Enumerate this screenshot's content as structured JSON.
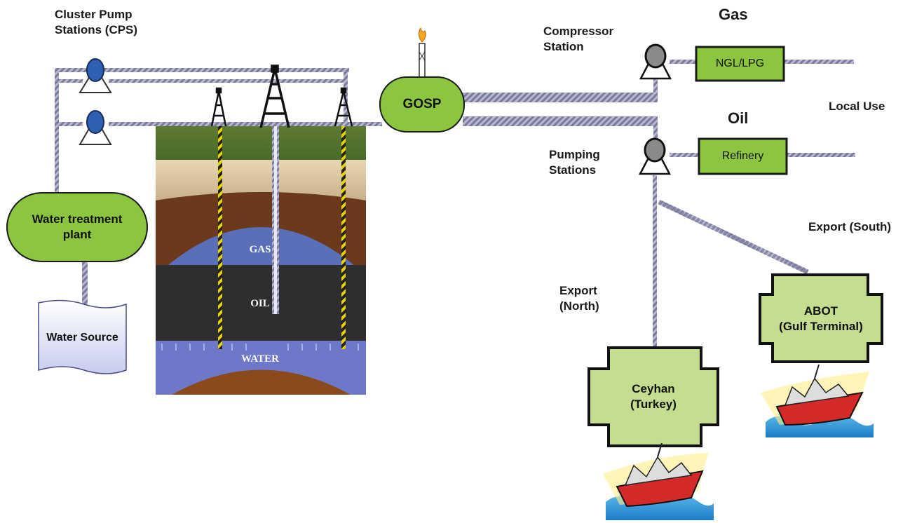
{
  "labels": {
    "cps": [
      "Cluster Pump",
      "Stations (CPS)"
    ],
    "compressor": [
      "Compressor",
      "Station"
    ],
    "gas": "Gas",
    "oil": "Oil",
    "local_use": "Local Use",
    "pumping": [
      "Pumping",
      "Stations"
    ],
    "export_south": "Export (South)",
    "export_north": [
      "Export",
      "(North)"
    ]
  },
  "nodes": {
    "water_treatment": [
      "Water treatment",
      "plant"
    ],
    "water_source": "Water Source",
    "gosp": "GOSP",
    "ngl_lpg": "NGL/LPG",
    "refinery": "Refinery",
    "abot": [
      "ABOT",
      "(Gulf Terminal)"
    ],
    "ceyhan": [
      "Ceyhan",
      "(Turkey)"
    ]
  },
  "reservoir_layers": {
    "gas": "GAS",
    "oil": "OIL",
    "water": "WATER"
  },
  "colors": {
    "node_green": "#8cc63f",
    "terminal_green": "#c5dd8f",
    "pipe": "#8a8aa8",
    "reservoir_gas": "#5a6fb8",
    "reservoir_water": "#6f78c8"
  }
}
